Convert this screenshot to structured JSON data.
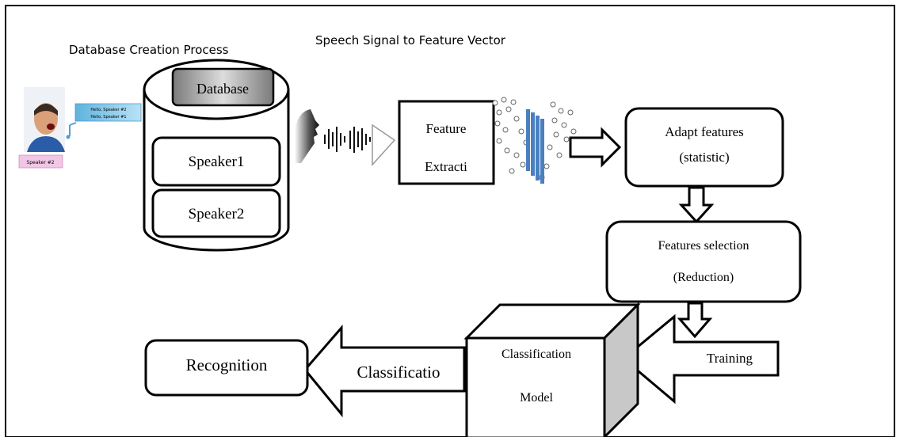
{
  "headings": {
    "db_process": "Database Creation Process",
    "signal_to_vector": "Speech Signal to Feature Vector"
  },
  "database": {
    "label": "Database",
    "speakers": [
      "Speaker1",
      "Speaker2"
    ]
  },
  "illustration": {
    "chat_lines": [
      "Hello, Speaker #2",
      "Hello, Speaker #1"
    ],
    "badge": "Speaker #2"
  },
  "feature_extraction": {
    "line1": "Feature",
    "line2": "Extracti"
  },
  "adapt": {
    "line1": "Adapt features",
    "line2": "(statistic)"
  },
  "selection": {
    "line1": "Features selection",
    "line2": "(Reduction)"
  },
  "model": {
    "line1": "Classification",
    "line2": "Model"
  },
  "training": "Training",
  "classification_arrow": "Classificatio",
  "recognition": "Recognition",
  "colors": {
    "stroke": "#000000",
    "db_label_fill": "#9a9a9a",
    "cube_side": "#c8c8c8",
    "feature_bars": "#4a7fc0",
    "chat_box": "#7fc4e6",
    "badge": "#f2c6e6"
  }
}
